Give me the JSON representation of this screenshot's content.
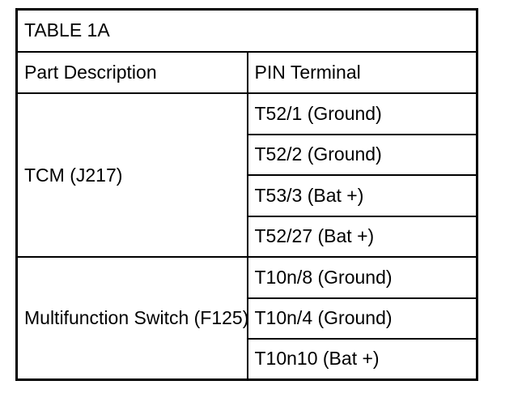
{
  "page": {
    "background_color": "#ffffff",
    "border_color": "#000000",
    "text_color": "#000000"
  },
  "table": {
    "title": "TABLE 1A",
    "columns": [
      "Part Description",
      "PIN Terminal"
    ],
    "groups": [
      {
        "part": "TCM (J217)",
        "pins": [
          "T52/1 (Ground)",
          "T52/2 (Ground)",
          "T53/3 (Bat +)",
          "T52/27 (Bat +)"
        ]
      },
      {
        "part": "Multifunction Switch (F125)",
        "pins": [
          "T10n/8 (Ground)",
          "T10n/4 (Ground)",
          "T10n10 (Bat +)"
        ]
      }
    ]
  }
}
